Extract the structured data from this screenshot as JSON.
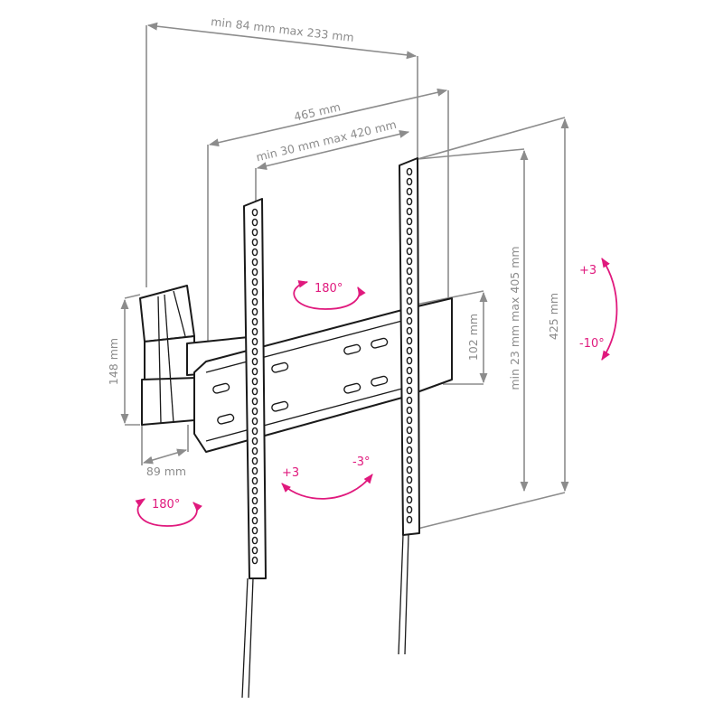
{
  "dimensions": {
    "arm_extension": "min 84 mm max 233 mm",
    "overall_width": "465 mm",
    "rail_spacing": "min 30 mm max 420 mm",
    "overall_height": "425 mm",
    "vertical_hole_range": "min 23 mm max 405 mm",
    "plate_height": "102 mm",
    "wall_plate_height": "148 mm",
    "wall_plate_width": "89 mm"
  },
  "rotations": {
    "swivel_top": "180°",
    "tilt_up": "+3",
    "tilt_down": "-10°",
    "level_plus": "+3",
    "level_minus": "-3°",
    "swivel_wall": "180°"
  },
  "colors": {
    "dimension": "#8c8c8c",
    "rotation": "#e0197d",
    "part": "#1a1a1a"
  }
}
